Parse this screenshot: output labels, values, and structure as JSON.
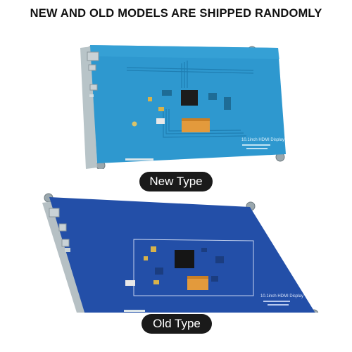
{
  "banner": {
    "title": "NEW AND OLD MODELS ARE SHIPPED RANDOMLY"
  },
  "new_type": {
    "label": "New Type",
    "silkscreen": "10.1inch HDMI Display",
    "board_color": "#2e98cf"
  },
  "old_type": {
    "label": "Old Type",
    "silkscreen": "10.1inch HDMI Display",
    "board_color": "#234fa8"
  }
}
